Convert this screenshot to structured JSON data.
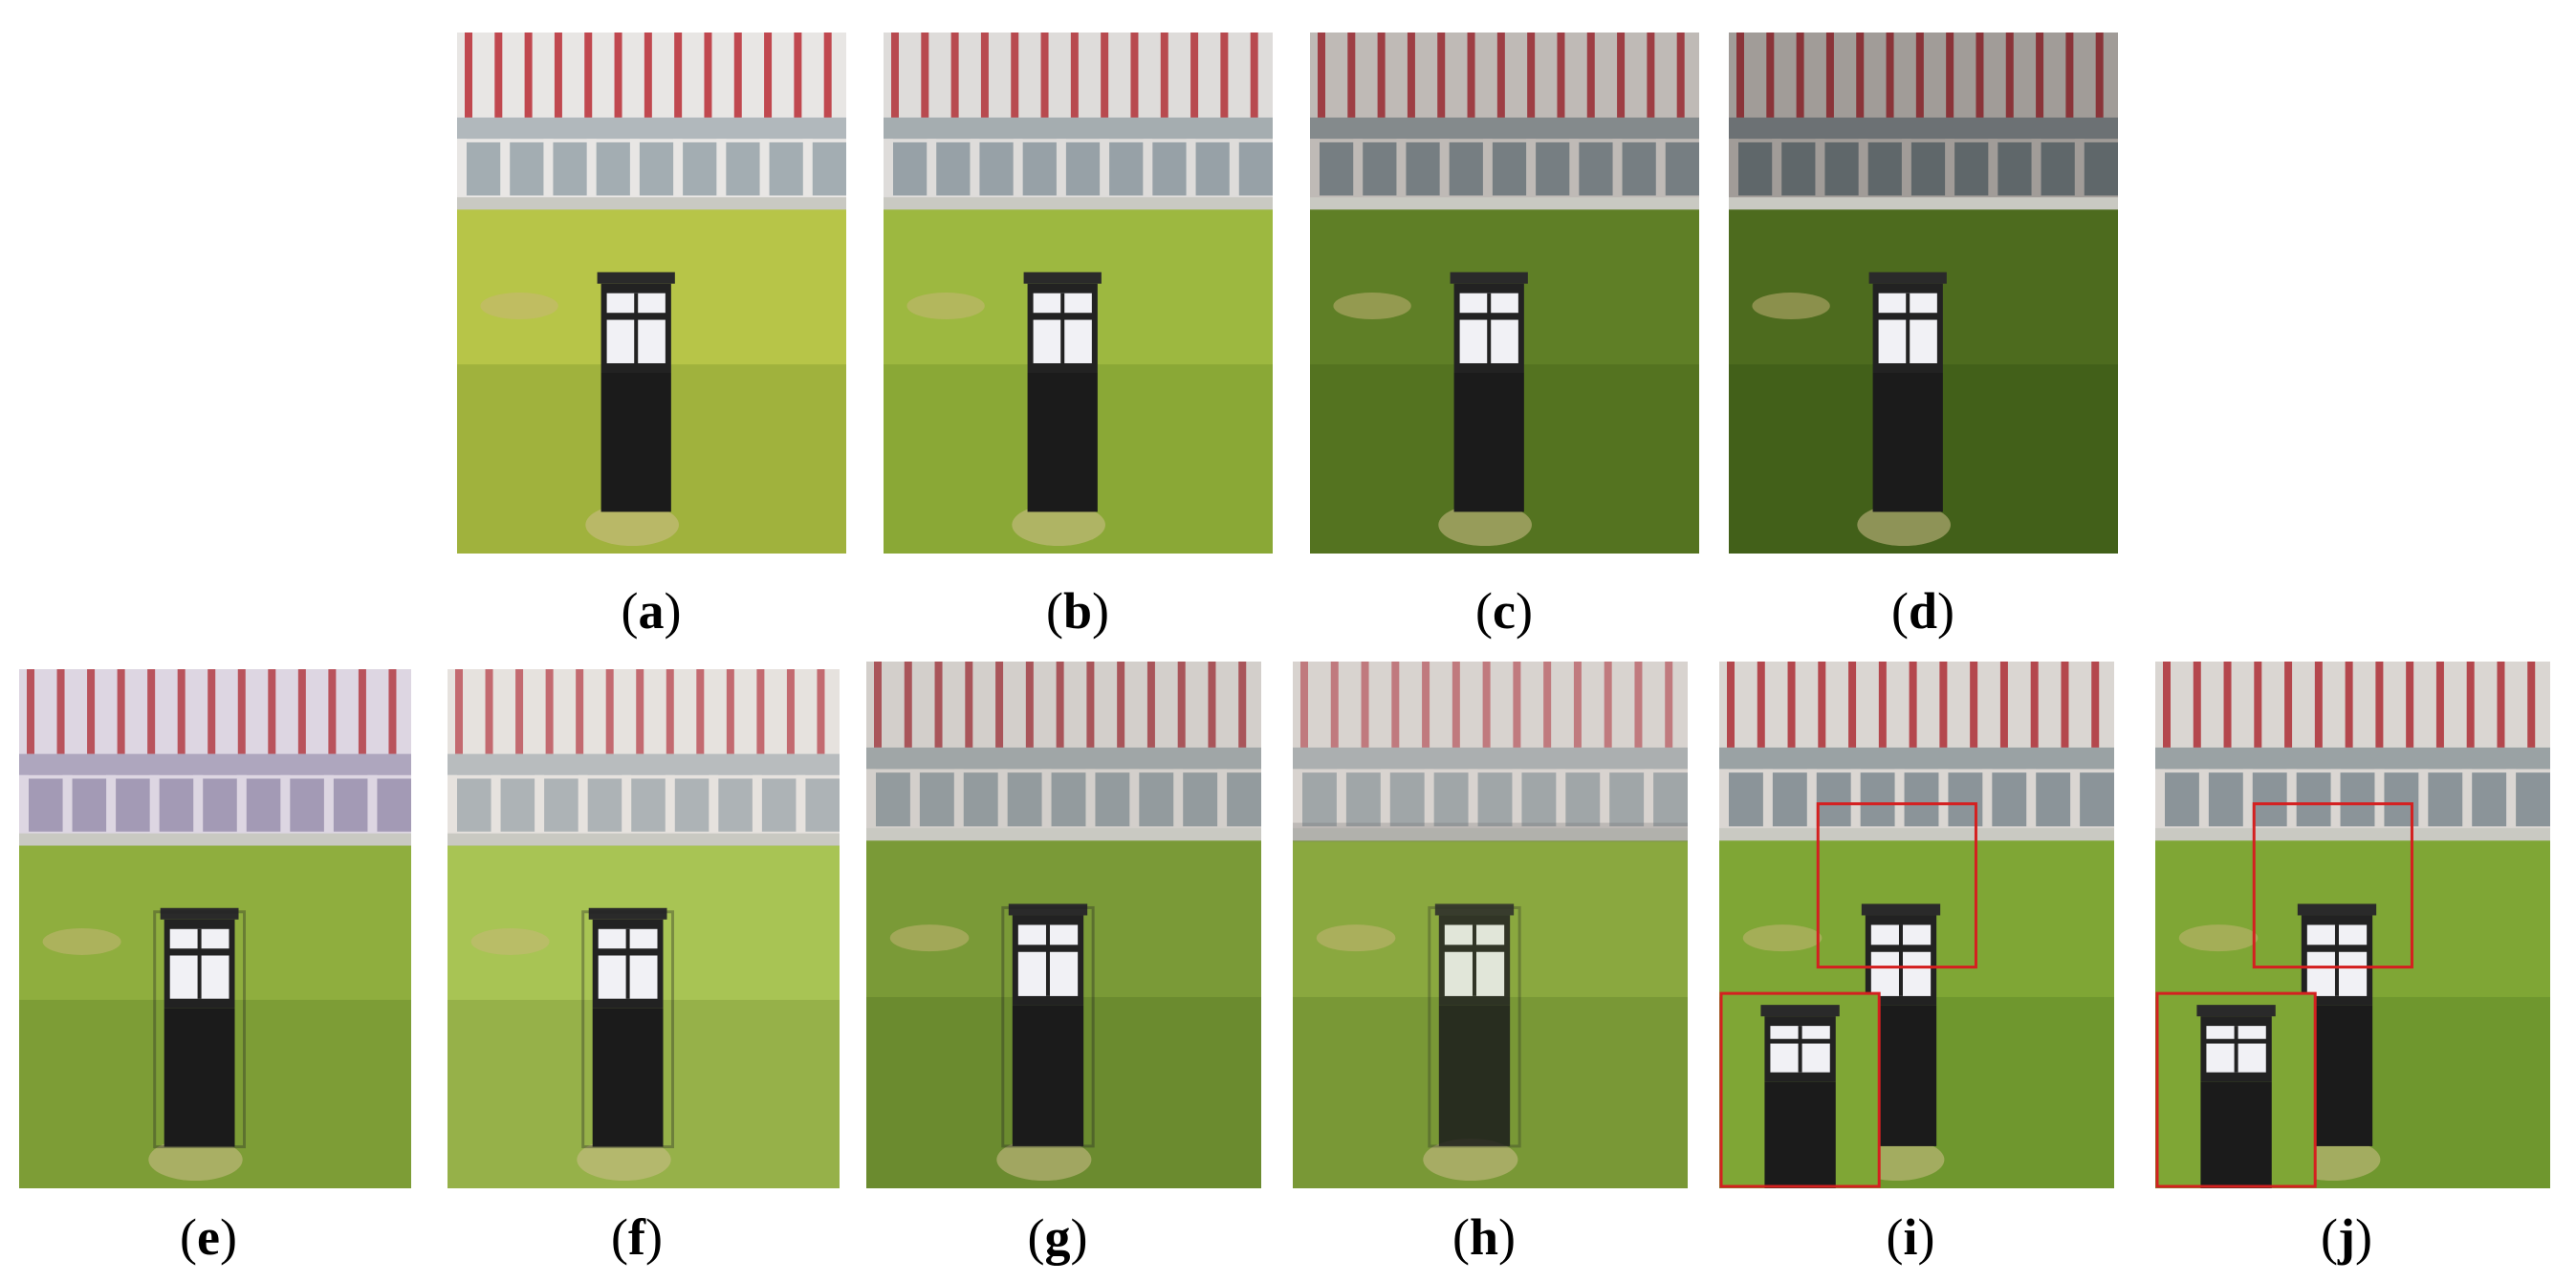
{
  "figure": {
    "panels": [
      {
        "id": "a",
        "label": "a",
        "variant": "bright"
      },
      {
        "id": "b",
        "label": "b",
        "variant": "mid"
      },
      {
        "id": "c",
        "label": "c",
        "variant": "dark"
      },
      {
        "id": "d",
        "label": "d",
        "variant": "darker"
      },
      {
        "id": "e",
        "label": "e",
        "variant": "ghost-purple"
      },
      {
        "id": "f",
        "label": "f",
        "variant": "ghost-pale"
      },
      {
        "id": "g",
        "label": "g",
        "variant": "ghost-soft"
      },
      {
        "id": "h",
        "label": "h",
        "variant": "ghost-heavy"
      },
      {
        "id": "i",
        "label": "i",
        "variant": "fused-zoom"
      },
      {
        "id": "j",
        "label": "j",
        "variant": "fused-zoom"
      }
    ],
    "colors": {
      "zoom_box": "#d42020",
      "caption_text": "#000000"
    }
  }
}
